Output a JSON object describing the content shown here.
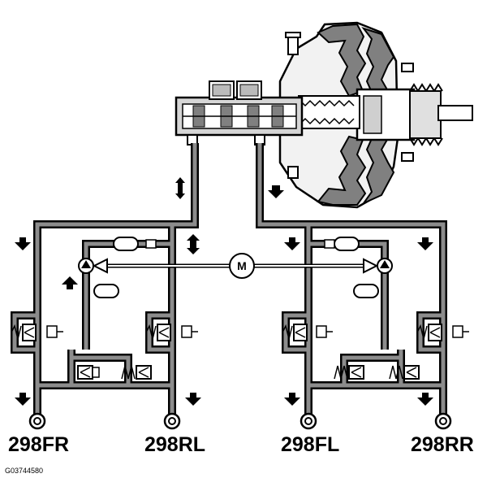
{
  "wheel_labels": [
    "298FR",
    "298RL",
    "298FL",
    "298RR"
  ],
  "figure_id": "G03744580",
  "motor_label": "M",
  "colors": {
    "pipe_fill": "#8c8c8c",
    "outline": "#000000",
    "booster_shade": "#808080"
  }
}
